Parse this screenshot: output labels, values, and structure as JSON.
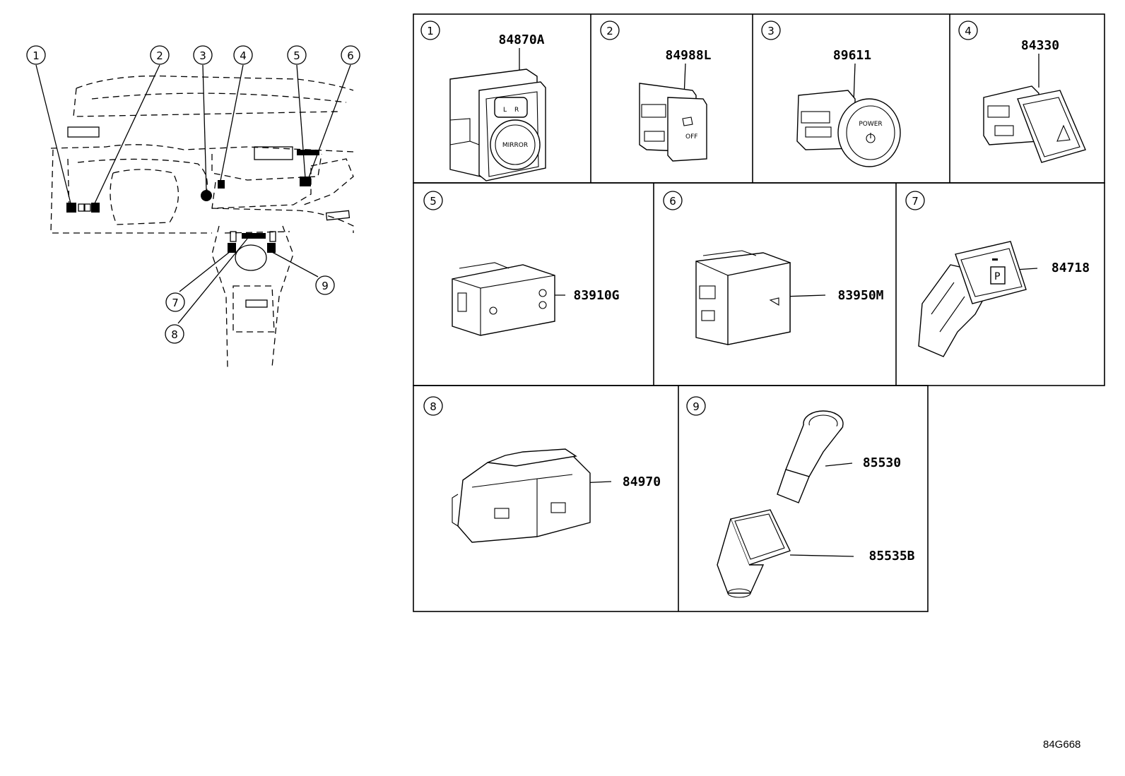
{
  "overview": {
    "callouts": [
      "1",
      "2",
      "3",
      "4",
      "5",
      "6",
      "7",
      "8",
      "9"
    ]
  },
  "cells": [
    {
      "num": "1",
      "parts": [
        "84870A"
      ],
      "face_text": [
        "MIRROR",
        "L",
        "R"
      ]
    },
    {
      "num": "2",
      "parts": [
        "84988L"
      ],
      "face_text": [
        "OFF"
      ]
    },
    {
      "num": "3",
      "parts": [
        "89611"
      ],
      "face_text": [
        "POWER"
      ]
    },
    {
      "num": "4",
      "parts": [
        "84330"
      ]
    },
    {
      "num": "5",
      "parts": [
        "83910G"
      ]
    },
    {
      "num": "6",
      "parts": [
        "83950M"
      ]
    },
    {
      "num": "7",
      "parts": [
        "84718"
      ],
      "face_text": [
        "P"
      ]
    },
    {
      "num": "8",
      "parts": [
        "84970"
      ]
    },
    {
      "num": "9",
      "parts": [
        "85530",
        "85535B"
      ]
    }
  ],
  "diagram_id": "84G668"
}
